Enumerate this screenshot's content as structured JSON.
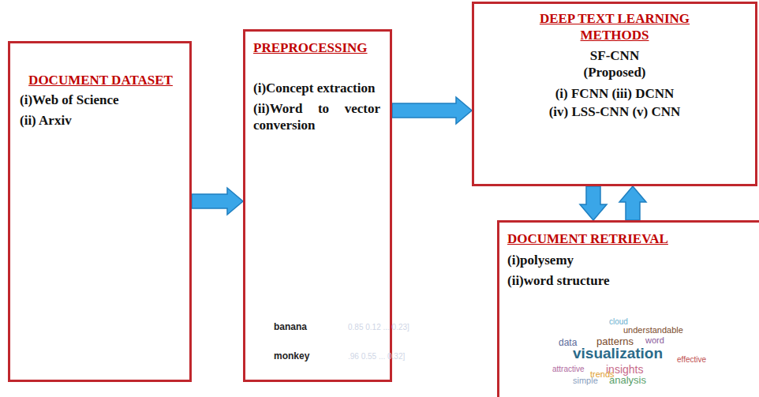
{
  "diagram": {
    "nodes": [
      {
        "text": [
          "DOCUMENT DATASET",
          "(i)Web of Science",
          "(ii) Arxiv"
        ]
      },
      {
        "text": [
          "PREPROCESSING",
          "(i)Concept extraction",
          "(ii)Word to vector conversion"
        ]
      },
      {
        "text": [
          "DEEP TEXT LEARNING METHODS",
          "SF-CNN (Proposed)",
          "(i) FCNN (iii) DCNN",
          "(iv) LSS-CNN (v) CNN"
        ]
      },
      {
        "text": [
          "DOCUMENT RETRIEVAL",
          "(i)polysemy",
          "(ii)word structure"
        ]
      }
    ],
    "edges": [
      {
        "from": 0,
        "to": 1,
        "arrow": "to"
      },
      {
        "from": 1,
        "to": 2,
        "arrow": "to"
      },
      {
        "from": 2,
        "to": 3,
        "arrow": "to"
      },
      {
        "from": 3,
        "to": 2,
        "arrow": "to"
      }
    ],
    "labels": [
      "banana",
      "0.85 0.12 ... 0.23]",
      "monkey",
      ".96 0.55 ... 0.32]",
      "understandable",
      "patterns",
      "word",
      "data",
      "visualization",
      "insights",
      "analysis",
      "trends",
      "simple",
      "effective",
      "attractive",
      "cloud"
    ]
  }
}
